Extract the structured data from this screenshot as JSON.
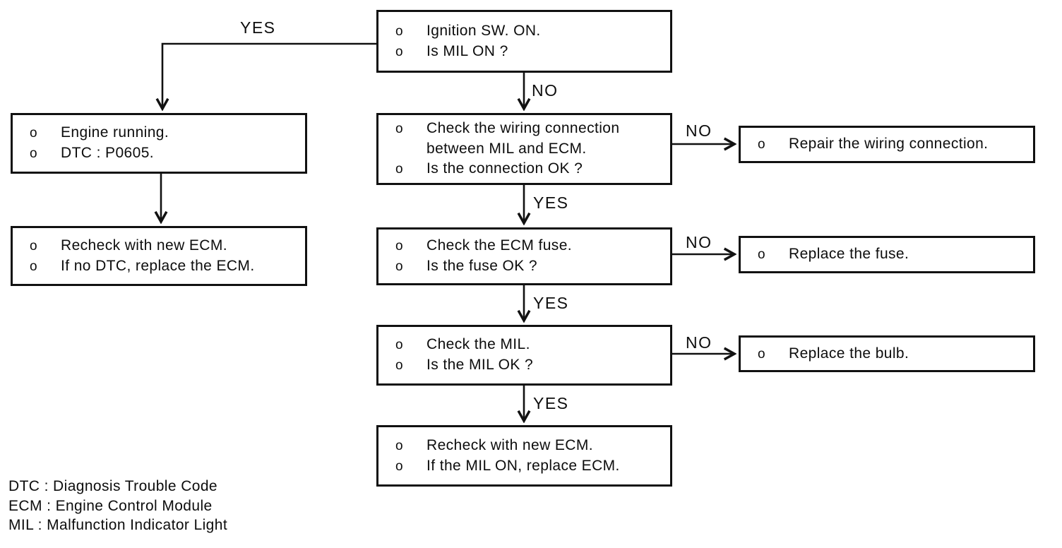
{
  "diagram": {
    "bullet": "o",
    "edge_labels": {
      "yes": "YES",
      "no": "NO"
    },
    "boxes": {
      "ignition": {
        "lines": [
          "Ignition SW. ON.",
          "Is MIL ON ?"
        ]
      },
      "engine_running": {
        "lines": [
          "Engine running.",
          "DTC : P0605."
        ]
      },
      "recheck_new_ecm_dtc": {
        "lines": [
          "Recheck with new ECM.",
          "If no DTC, replace the ECM."
        ]
      },
      "check_wiring": {
        "lines": [
          "Check the wiring connection",
          "between MIL and ECM.",
          "Is the connection OK ?"
        ]
      },
      "repair_wiring": {
        "lines": [
          "Repair the wiring connection."
        ]
      },
      "check_fuse": {
        "lines": [
          "Check the ECM fuse.",
          "Is the fuse OK ?"
        ]
      },
      "replace_fuse": {
        "lines": [
          "Replace the fuse."
        ]
      },
      "check_mil": {
        "lines": [
          "Check the MIL.",
          "Is the MIL OK ?"
        ]
      },
      "replace_bulb": {
        "lines": [
          "Replace the bulb."
        ]
      },
      "recheck_new_ecm_mil": {
        "lines": [
          "Recheck with new ECM.",
          "If the MIL ON, replace ECM."
        ]
      }
    },
    "legend": {
      "items": [
        "DTC : Diagnosis Trouble Code",
        "ECM : Engine Control Module",
        "MIL : Malfunction Indicator Light"
      ]
    },
    "colors": {
      "ink": "#111111",
      "background": "#ffffff"
    }
  }
}
